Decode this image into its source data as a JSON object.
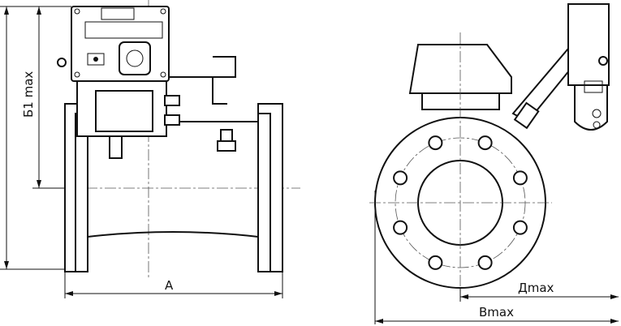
{
  "dimensions": {
    "height_label": "Б1 max",
    "length_label": "A",
    "d_label": "Дmax",
    "b_label": "Вmax"
  },
  "colors": {
    "line": "#111111",
    "background": "#ffffff"
  }
}
